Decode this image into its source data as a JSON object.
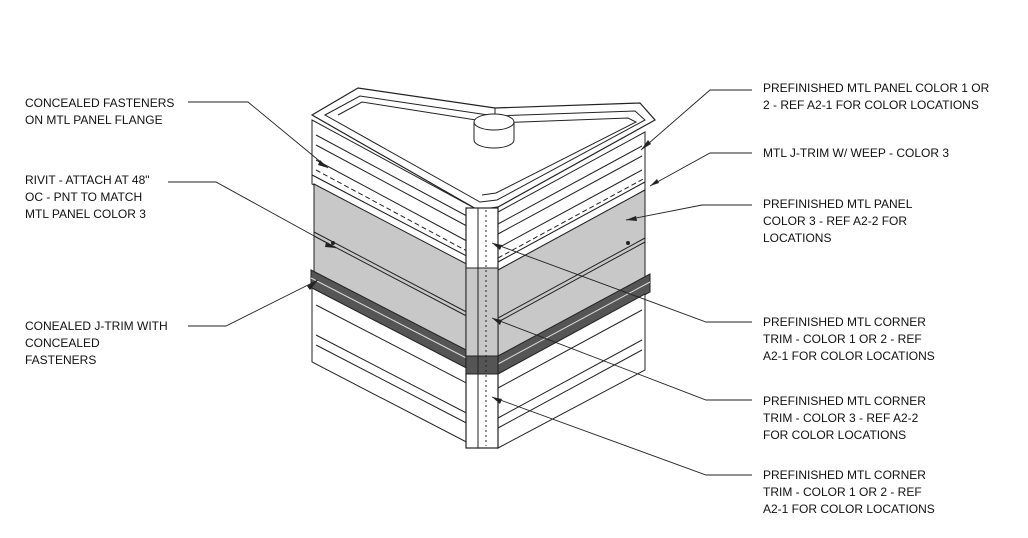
{
  "labels": {
    "concealed_fasteners": [
      "CONCEALED FASTENERS",
      "ON MTL PANEL FLANGE"
    ],
    "rivit": [
      "RIVIT - ATTACH AT 48\"",
      "OC - PNT TO MATCH",
      "MTL PANEL COLOR 3"
    ],
    "concealed_jtrim": [
      "CONEALED J-TRIM WITH",
      "CONCEALED",
      "FASTENERS"
    ],
    "panel_color_1_2": [
      "PREFINISHED MTL PANEL COLOR 1 OR",
      "2 - REF A2-1 FOR COLOR LOCATIONS"
    ],
    "jtrim_weep": [
      "MTL J-TRIM W/ WEEP - COLOR 3"
    ],
    "panel_color_3": [
      "PREFINISHED MTL PANEL",
      "COLOR 3 - REF A2-2 FOR",
      "LOCATIONS"
    ],
    "corner_trim_upper": [
      "PREFINISHED MTL CORNER",
      "TRIM -  COLOR 1 OR 2 - REF",
      "A2-1 FOR COLOR LOCATIONS"
    ],
    "corner_trim_middle": [
      "PREFINISHED MTL CORNER",
      "TRIM -  COLOR 3 - REF A2-2",
      "FOR COLOR LOCATIONS"
    ],
    "corner_trim_lower": [
      "PREFINISHED MTL CORNER",
      "TRIM -  COLOR 1 OR 2 - REF",
      "A2-1 FOR COLOR LOCATIONS"
    ]
  },
  "colors": {
    "line": "#222222",
    "panel_color_3_fill": "#c8c8c8",
    "background": "#ffffff"
  }
}
